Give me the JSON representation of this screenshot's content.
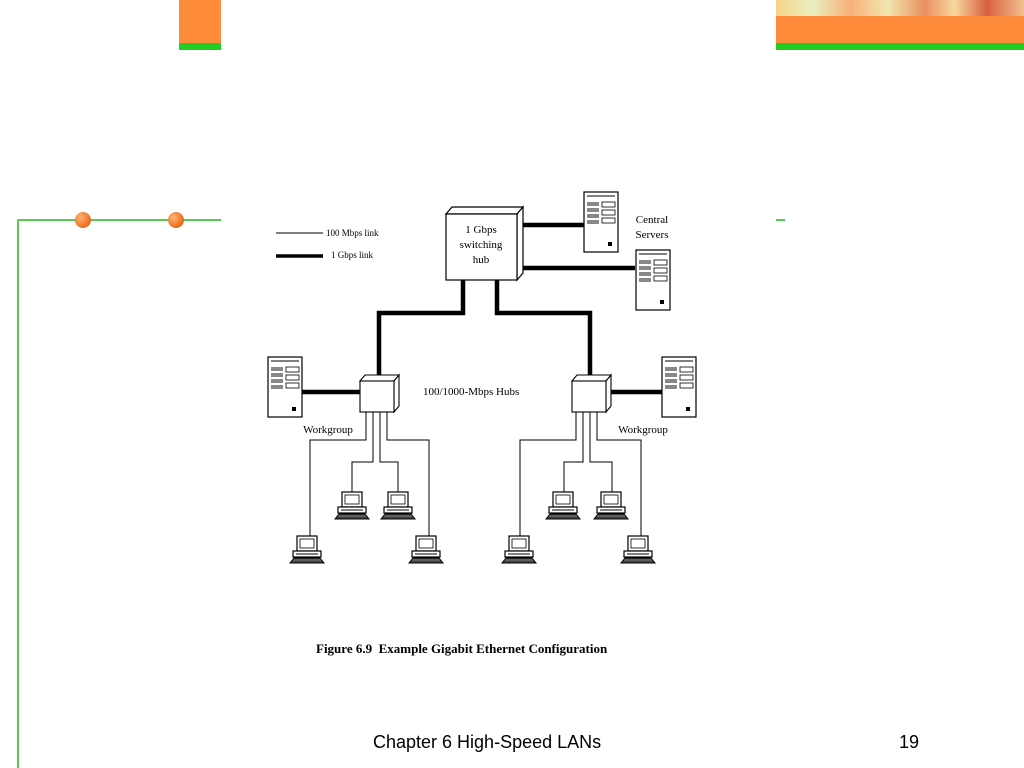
{
  "diagram": {
    "legend": {
      "thin_label": "100 Mbps link",
      "thick_label": "1 Gbps link"
    },
    "switching_hub": [
      "1 Gbps",
      "switching",
      "hub"
    ],
    "central_servers": [
      "Central",
      "Servers"
    ],
    "hubs_label": "100/1000-Mbps Hubs",
    "workgroup_left": "Workgroup",
    "workgroup_right": "Workgroup",
    "caption": "Figure 6.9  Example Gigabit Ethernet Configuration"
  },
  "footer": {
    "title": "Chapter 6 High-Speed LANs",
    "page_number": "19"
  },
  "colors": {
    "accent_orange": "#ff8c3a",
    "accent_green": "#22cc22",
    "frame_line": "#55cc55"
  }
}
